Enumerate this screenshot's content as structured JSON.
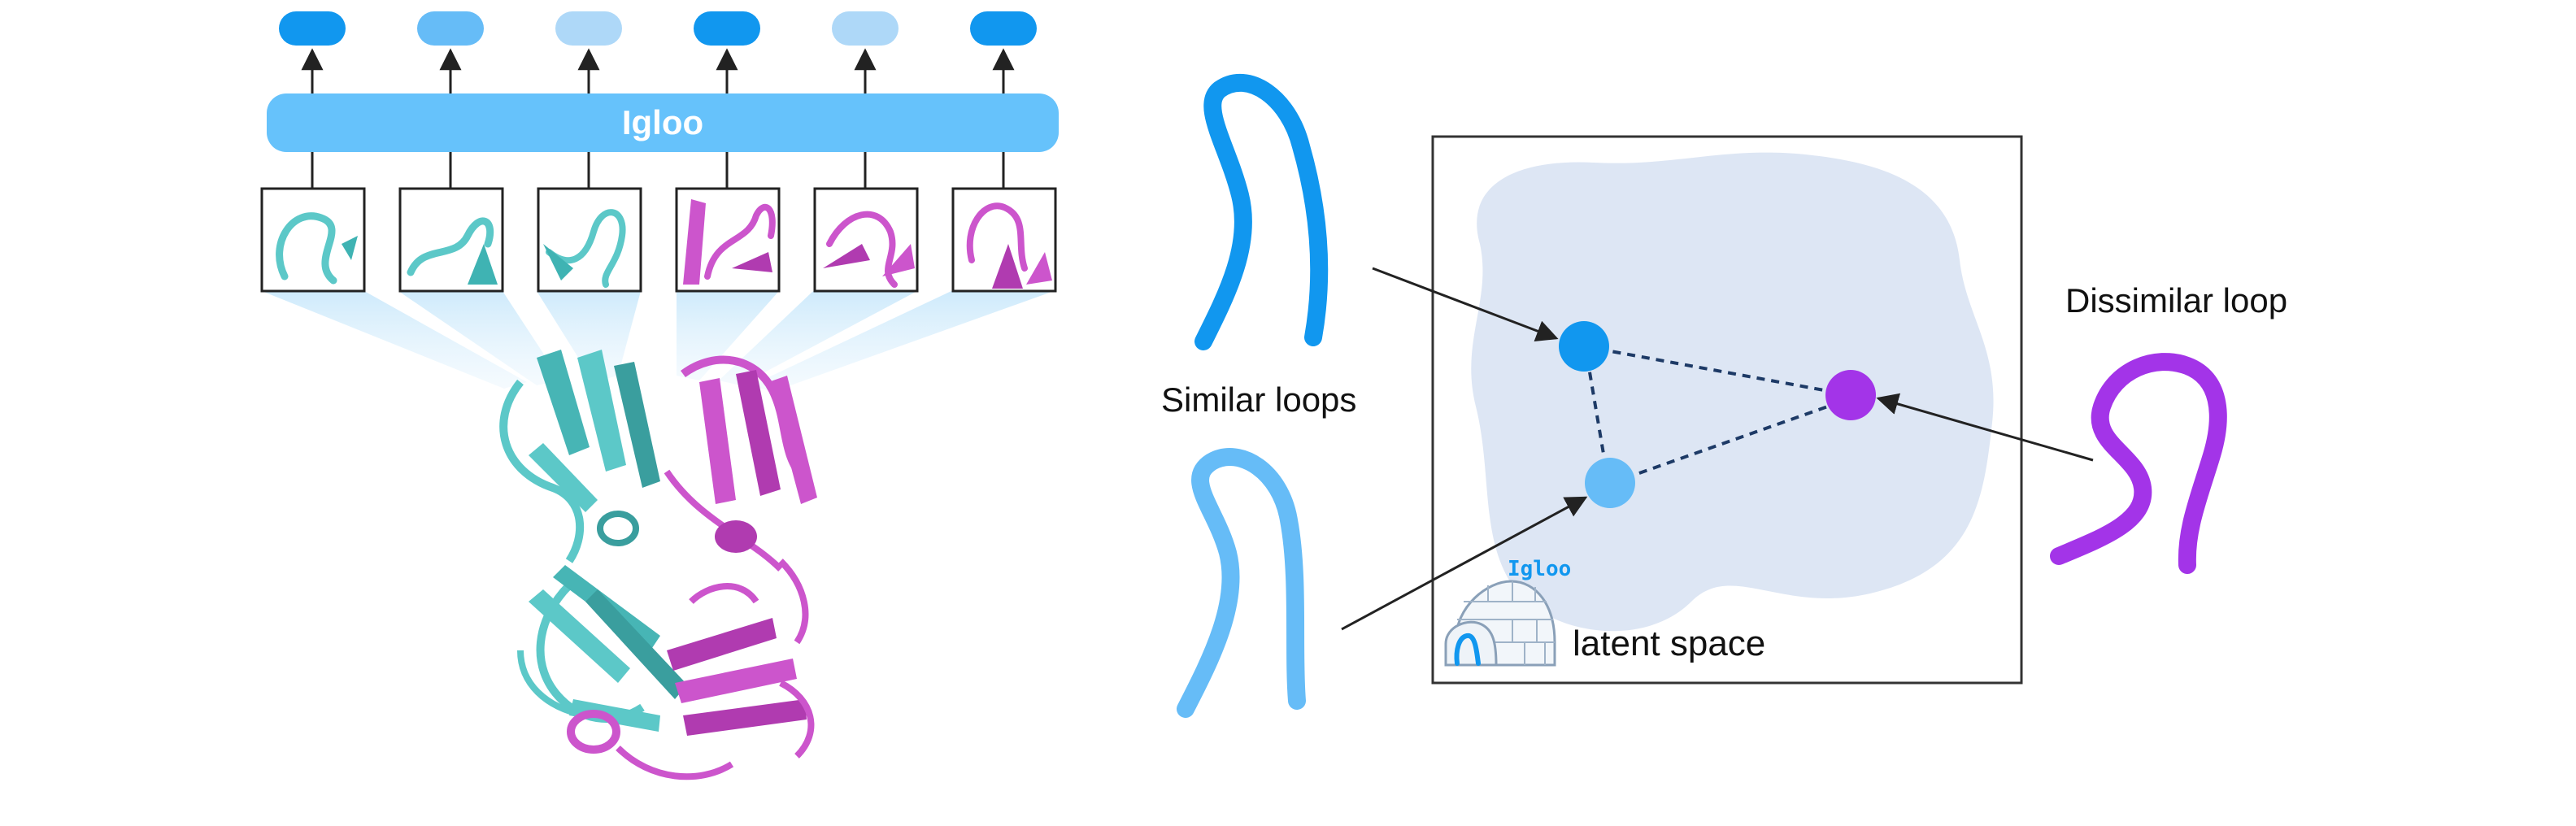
{
  "encoder": {
    "label": "Igloo",
    "bar_color": "#66c2fb",
    "output_tokens": [
      {
        "color": "#1197ef"
      },
      {
        "color": "#66bcf7"
      },
      {
        "color": "#aed8f8"
      },
      {
        "color": "#1197ef"
      },
      {
        "color": "#aed8f8"
      },
      {
        "color": "#1197ef"
      }
    ],
    "loop_thumbnails": [
      {
        "chain": "cyan"
      },
      {
        "chain": "cyan"
      },
      {
        "chain": "cyan"
      },
      {
        "chain": "magenta"
      },
      {
        "chain": "magenta"
      },
      {
        "chain": "magenta"
      }
    ]
  },
  "structure": {
    "chain_colors": {
      "cyan": "#5cc8c8",
      "magenta": "#cc55cc"
    }
  },
  "right_panel": {
    "similar_label": "Similar loops",
    "dissimilar_label": "Dissimilar loop",
    "latent_label": "latent space",
    "logo_text": "Igloo",
    "colors": {
      "similar_loop_1": "#1197ef",
      "similar_loop_2": "#66bcf7",
      "dissimilar_loop": "#a334e8",
      "latent_blob": "#dde6f4"
    }
  }
}
